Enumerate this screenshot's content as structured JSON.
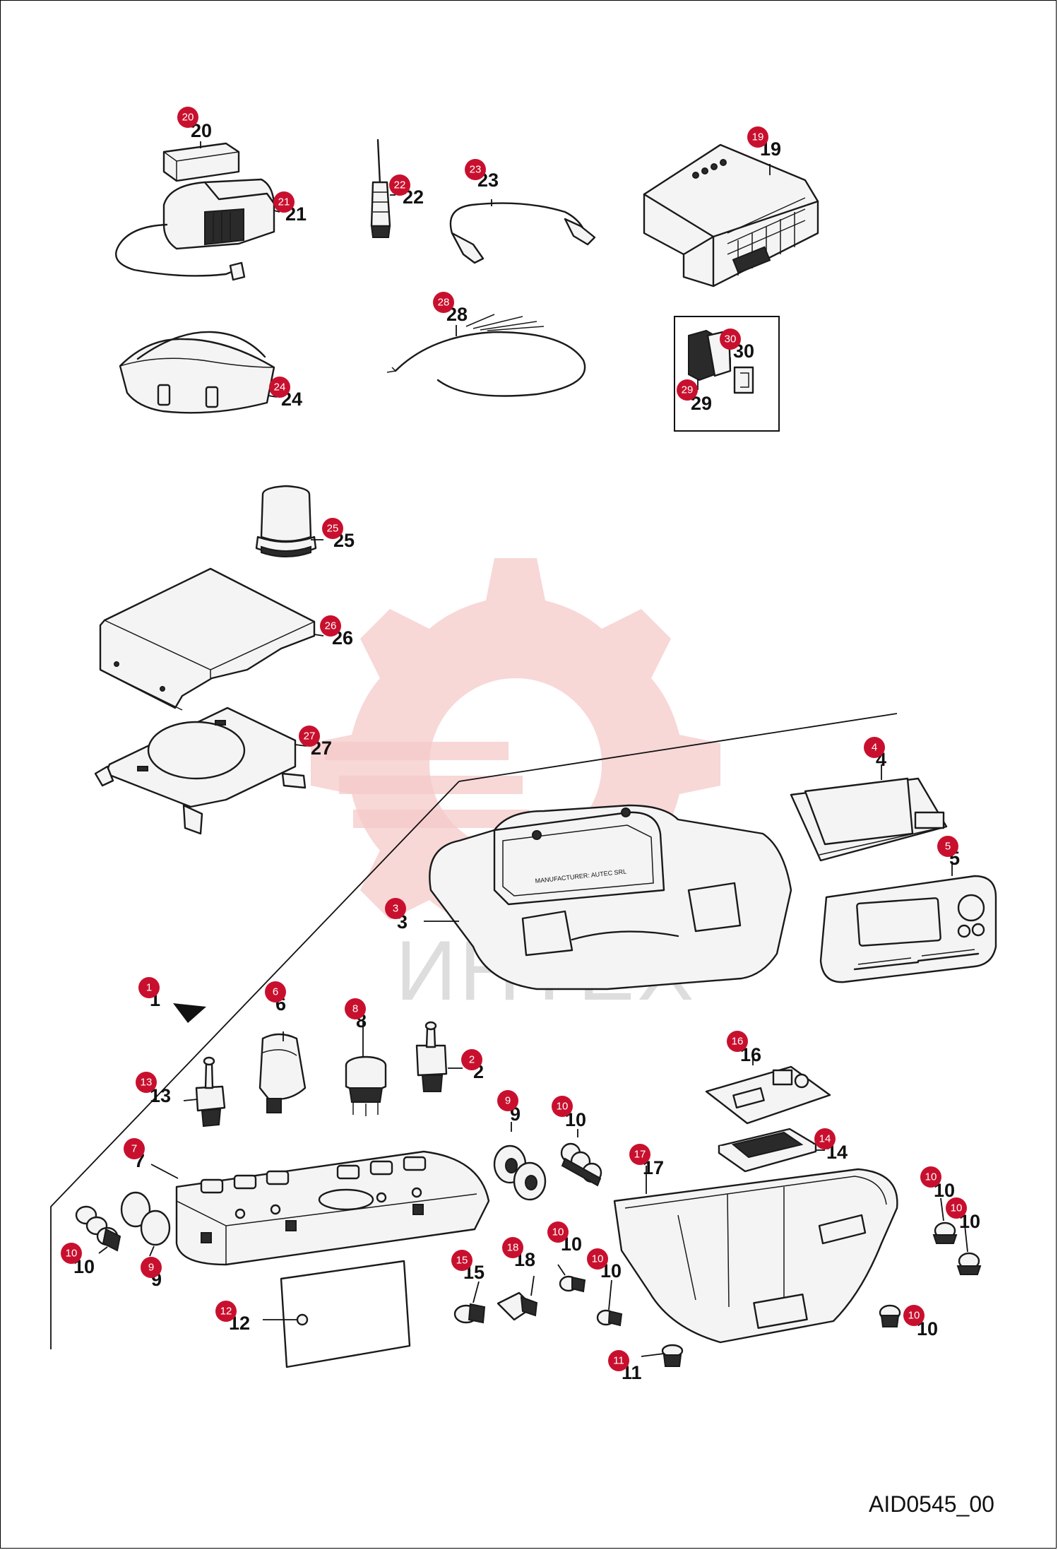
{
  "diagram": {
    "reference_code": "AID0545_00",
    "watermark_text": "ИНТЕХ",
    "display_legend_text": "MANUFACTURER: AUTEC SRL",
    "callouts": [
      {
        "id": "c20",
        "number": "20"
      },
      {
        "id": "c21",
        "number": "21"
      },
      {
        "id": "c22",
        "number": "22"
      },
      {
        "id": "c23",
        "number": "23"
      },
      {
        "id": "c19",
        "number": "19"
      },
      {
        "id": "c24",
        "number": "24"
      },
      {
        "id": "c28",
        "number": "28"
      },
      {
        "id": "c30",
        "number": "30"
      },
      {
        "id": "c29",
        "number": "29"
      },
      {
        "id": "c25",
        "number": "25"
      },
      {
        "id": "c26",
        "number": "26"
      },
      {
        "id": "c27",
        "number": "27"
      },
      {
        "id": "c4",
        "number": "4"
      },
      {
        "id": "c5",
        "number": "5"
      },
      {
        "id": "c3",
        "number": "3"
      },
      {
        "id": "c1",
        "number": "1"
      },
      {
        "id": "c6",
        "number": "6"
      },
      {
        "id": "c8",
        "number": "8"
      },
      {
        "id": "c2",
        "number": "2"
      },
      {
        "id": "c13",
        "number": "13"
      },
      {
        "id": "c16",
        "number": "16"
      },
      {
        "id": "c9a",
        "number": "9"
      },
      {
        "id": "c10a",
        "number": "10"
      },
      {
        "id": "c14",
        "number": "14"
      },
      {
        "id": "c7",
        "number": "7"
      },
      {
        "id": "c17",
        "number": "17"
      },
      {
        "id": "c10b",
        "number": "10"
      },
      {
        "id": "c10c",
        "number": "10"
      },
      {
        "id": "c10d",
        "number": "10"
      },
      {
        "id": "c9b",
        "number": "9"
      },
      {
        "id": "c15",
        "number": "15"
      },
      {
        "id": "c18",
        "number": "18"
      },
      {
        "id": "c10e",
        "number": "10"
      },
      {
        "id": "c10f",
        "number": "10"
      },
      {
        "id": "c12",
        "number": "12"
      },
      {
        "id": "c10g",
        "number": "10"
      },
      {
        "id": "c11",
        "number": "11"
      }
    ]
  }
}
